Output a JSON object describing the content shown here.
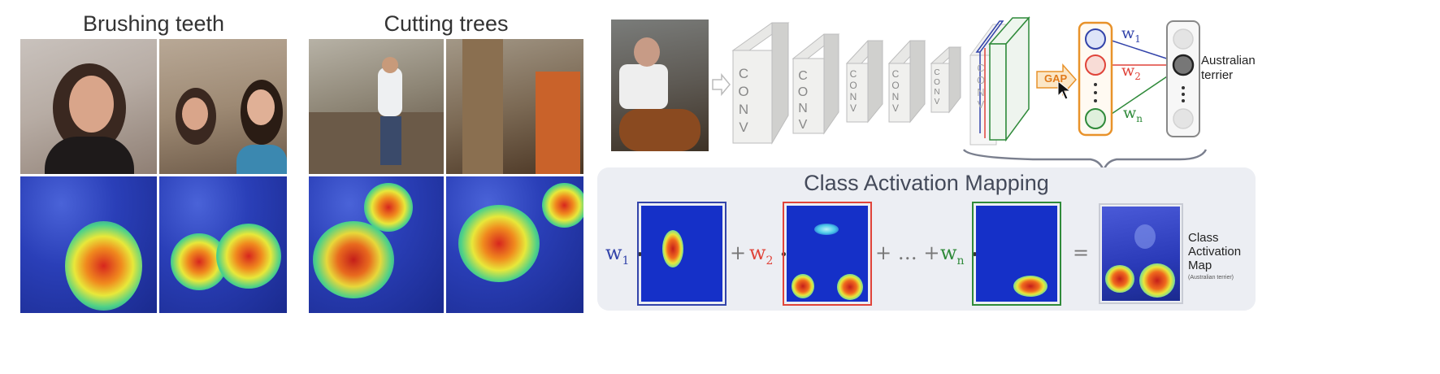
{
  "left": {
    "brushing_title": "Brushing teeth",
    "cutting_title": "Cutting trees"
  },
  "cnn": {
    "conv_labels": [
      "C O N V",
      "C O N V",
      "C O N V",
      "C O N V",
      "C O N V",
      "C O N V"
    ],
    "gap_label": "GAP",
    "weights": [
      "w1",
      "w2",
      "wn"
    ],
    "output_label": "Australian terrier",
    "output_line1": "Australian",
    "output_line2": "terrier"
  },
  "cam": {
    "title": "Class Activation Mapping",
    "w1": "w",
    "w1_sub": "1",
    "w2": "w",
    "w2_sub": "2",
    "wn": "w",
    "wn_sub": "n",
    "dot": "•",
    "plus": "+",
    "ellipsis_plus": "+ … +",
    "equals": "=",
    "result_line1": "Class",
    "result_line2": "Activation",
    "result_line3": "Map",
    "result_note": "(Australian terrier)"
  },
  "colors": {
    "w1": "#3344aa",
    "w2": "#e0443a",
    "wn": "#2f8a3a",
    "orange": "#e8922a",
    "panel": "#eceef3",
    "map_blue": "#1530c8"
  }
}
